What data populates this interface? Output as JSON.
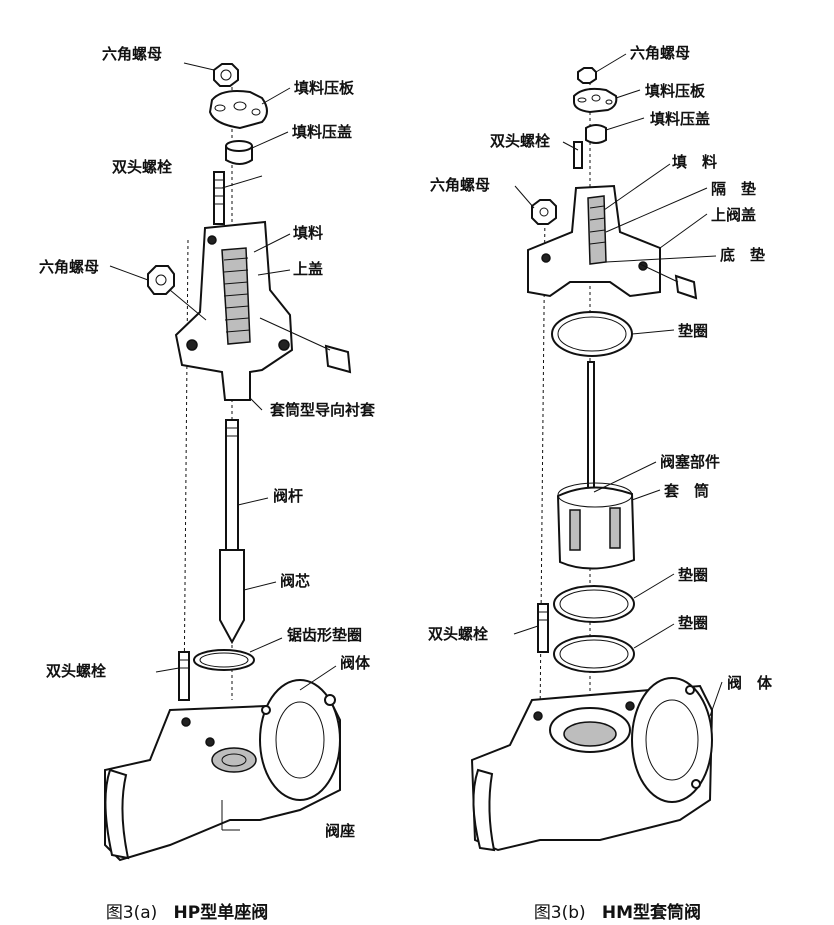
{
  "left": {
    "labels": {
      "hex_nut_top": "六角螺母",
      "gland_plate": "填料压板",
      "gland": "填料压盖",
      "stud_top": "双头螺栓",
      "packing": "填料",
      "hex_nut_side": "六角螺母",
      "bonnet": "上盖",
      "cage_liner": "套筒型导向衬套",
      "stem": "阀杆",
      "plug": "阀芯",
      "gasket": "锯齿形垫圈",
      "body": "阀体",
      "stud_bottom": "双头螺栓",
      "seat": "阀座"
    },
    "caption_prefix": "图3(a)",
    "caption_title": "HP型单座阀"
  },
  "right": {
    "labels": {
      "hex_nut_top": "六角螺母",
      "gland_plate": "填料压板",
      "gland": "填料压盖",
      "stud_top": "双头螺栓",
      "packing": "填　料",
      "spacer": "隔　垫",
      "hex_nut_side": "六角螺母",
      "bonnet": "上阀盖",
      "bottom_washer": "底　垫",
      "gasket_1": "垫圈",
      "plug_assembly": "阀塞部件",
      "cage": "套　筒",
      "gasket_2": "垫圈",
      "stud_bottom": "双头螺栓",
      "gasket_3": "垫圈",
      "body": "阀　体"
    },
    "caption_prefix": "图3(b)",
    "caption_title": "HM型套筒阀"
  }
}
